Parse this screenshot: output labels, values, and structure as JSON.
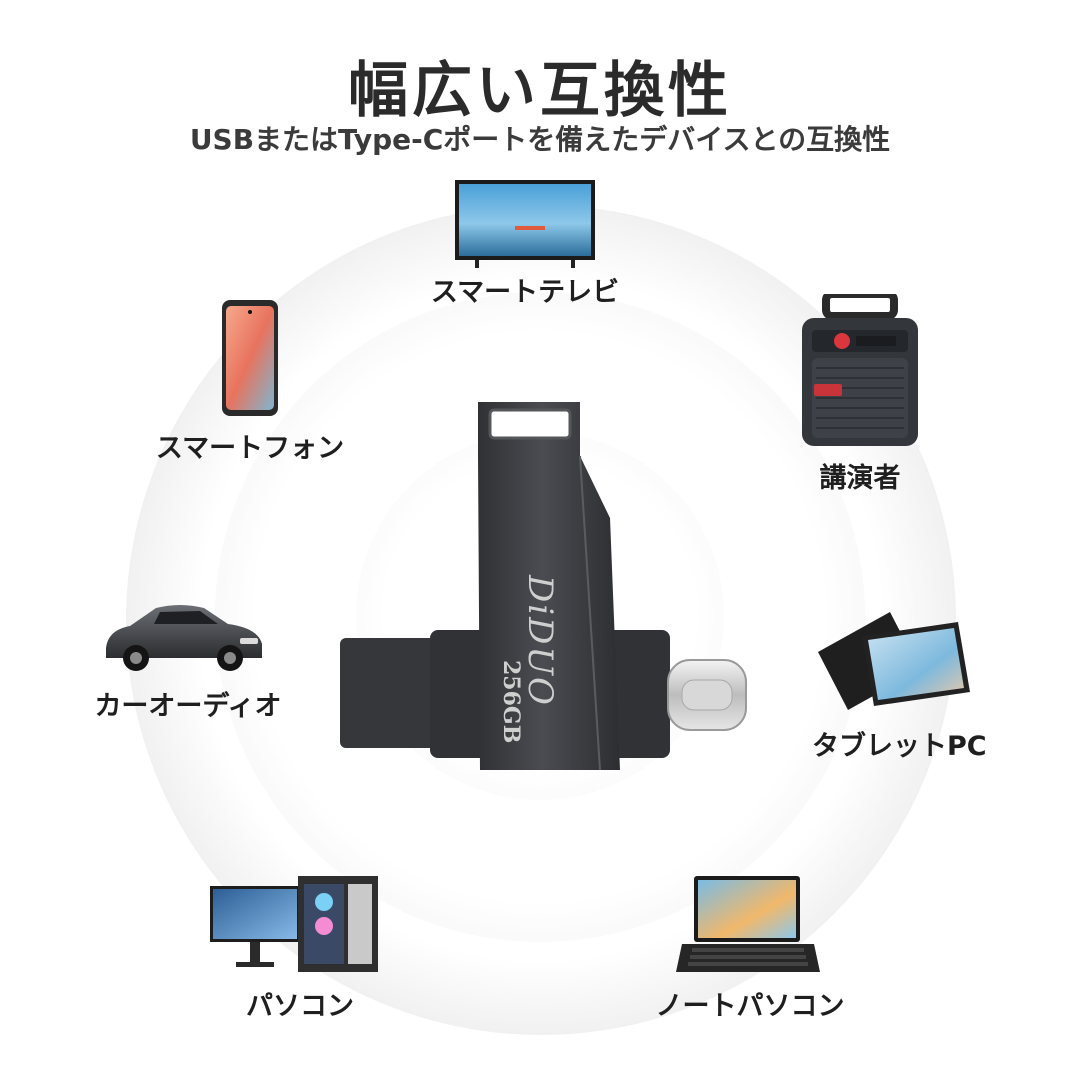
{
  "header": {
    "title": "幅広い互換性",
    "subtitle": "USBまたはType-Cポートを備えたデバイスとの互換性"
  },
  "product": {
    "brand": "DiDUO",
    "capacity": "256GB"
  },
  "devices": {
    "tv": {
      "label": "スマートテレビ",
      "icon": "smart-tv-icon"
    },
    "smartphone": {
      "label": "スマートフォン",
      "icon": "smartphone-icon"
    },
    "speaker": {
      "label": "講演者",
      "icon": "speaker-icon"
    },
    "car": {
      "label": "カーオーディオ",
      "icon": "car-icon"
    },
    "tablet": {
      "label": "タブレットPC",
      "icon": "tablet-icon"
    },
    "pc": {
      "label": "パソコン",
      "icon": "desktop-pc-icon"
    },
    "laptop": {
      "label": "ノートパソコン",
      "icon": "laptop-icon"
    }
  },
  "colors": {
    "title": "#2b2b2b",
    "label": "#1f1f1f",
    "drive_body": "#3e4044",
    "ring": "#ececec"
  }
}
